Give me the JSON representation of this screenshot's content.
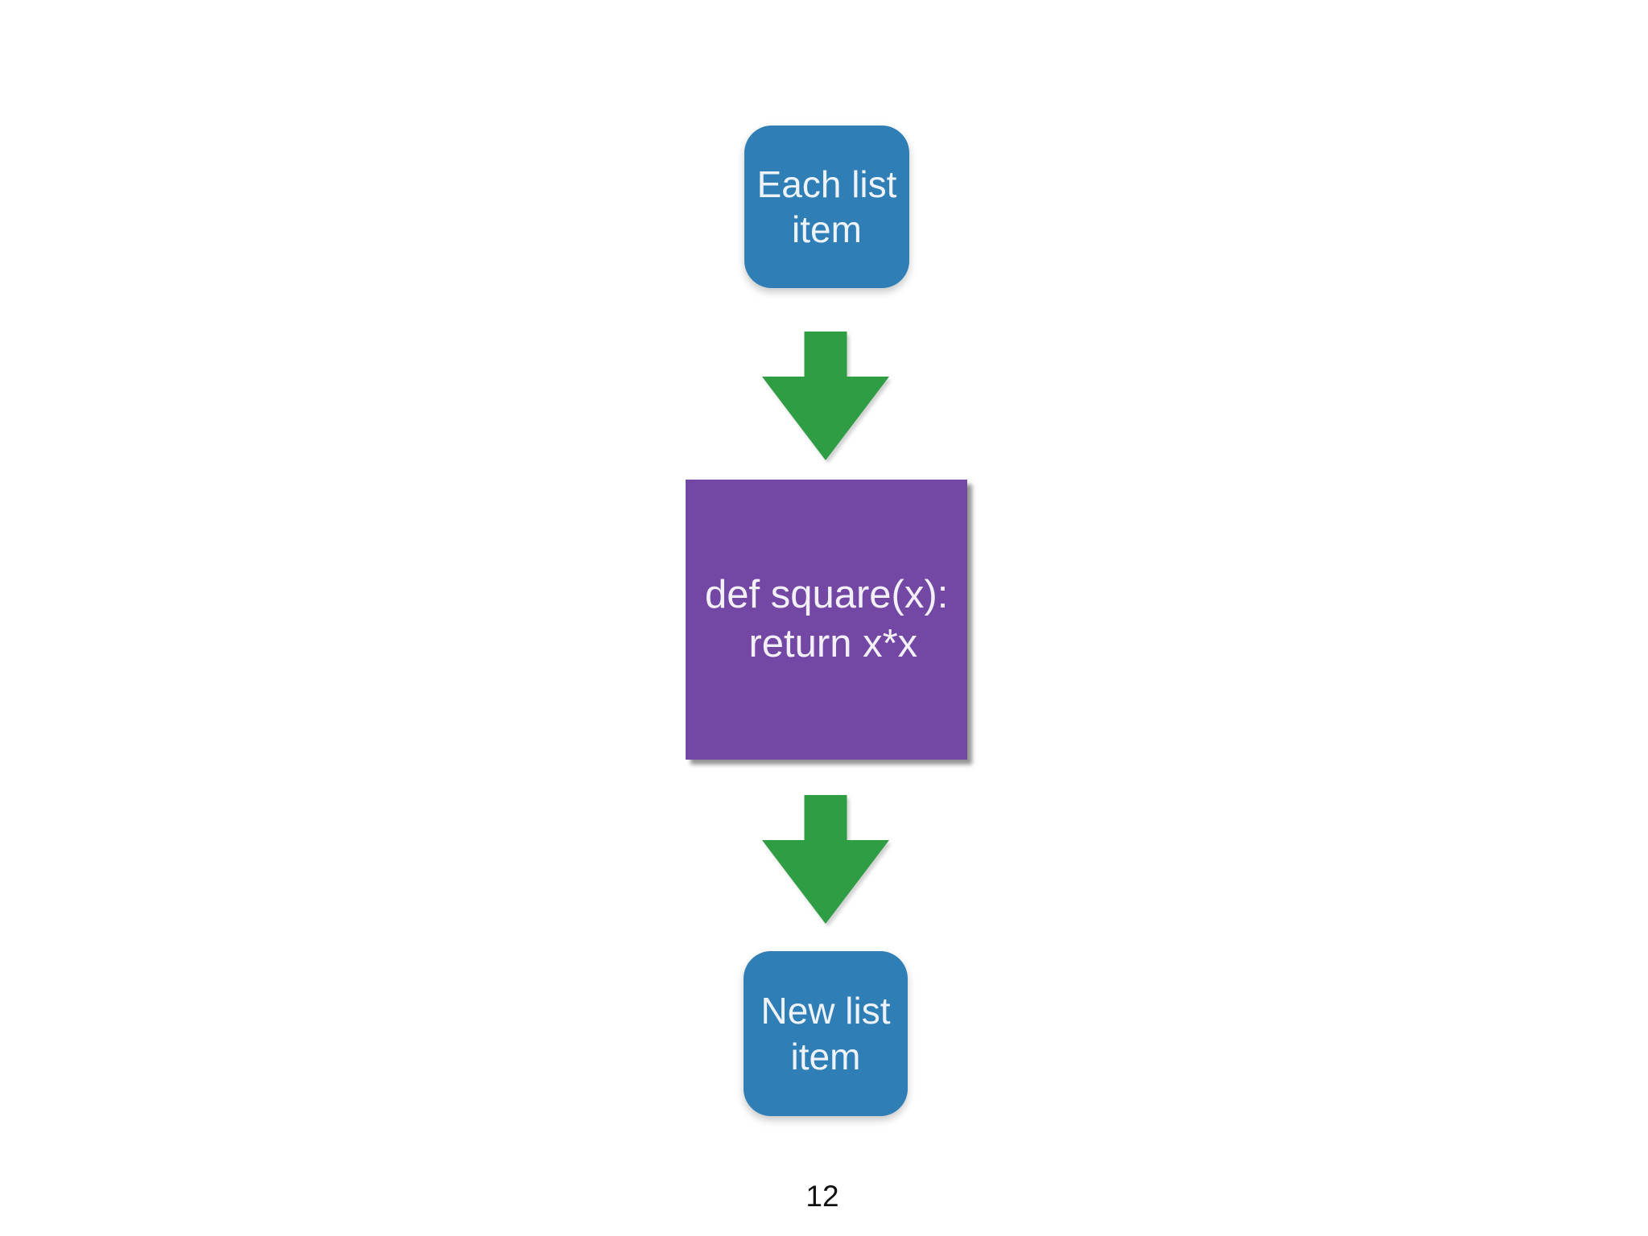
{
  "slide": {
    "page_number": "12"
  },
  "flow": {
    "input_node": {
      "label": "Each list\nitem",
      "shape": "rounded-square"
    },
    "arrow_top": {
      "icon": "down-arrow"
    },
    "function_node": {
      "code": "def square(x):\n    return x*x",
      "shape": "square"
    },
    "arrow_bottom": {
      "icon": "down-arrow"
    },
    "output_node": {
      "label": "New list\nitem",
      "shape": "rounded-square"
    }
  },
  "colors": {
    "node-blue": "#2f7eb6",
    "function-purple": "#7347a4",
    "arrow-green": "#2f9d44",
    "node-text": "#eef3f9",
    "code-text": "#f3f0fa",
    "page-text": "#111111",
    "background": "#ffffff"
  }
}
